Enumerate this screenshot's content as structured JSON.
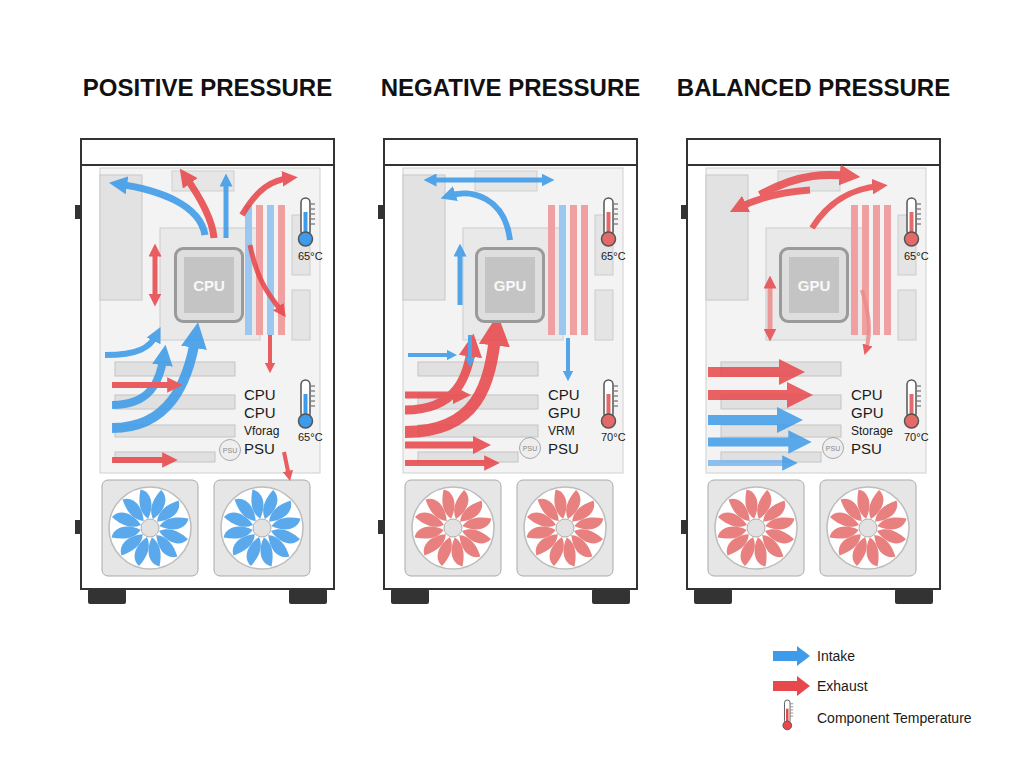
{
  "diagram": {
    "nodes": [
      {
        "text": [
          "POSITIVE PRESSURE"
        ]
      },
      {
        "text": [
          "CPU"
        ],
        "in": 0
      },
      {
        "text": [
          "PSU"
        ],
        "in": 0
      },
      {
        "text": [
          "NEGATIVE PRESSURE"
        ]
      },
      {
        "text": [
          "GPU"
        ],
        "in": 3
      },
      {
        "text": [
          "PSU"
        ],
        "in": 3
      },
      {
        "text": [
          "BALANCED PRESSURE"
        ]
      },
      {
        "text": [
          "GPU"
        ],
        "in": 6
      },
      {
        "text": [
          "PSU"
        ],
        "in": 6
      }
    ],
    "labels": [
      "65°C",
      "CPU",
      "CPU",
      "Vforag",
      "PSU",
      "65°C",
      "65°C",
      "CPU",
      "GPU",
      "VRM",
      "PSU",
      "70°C",
      "65°C",
      "CPU",
      "GPU",
      "Storage",
      "PSU",
      "70°C"
    ],
    "legend": [
      {
        "text": "Intake",
        "color": "#3d9be9"
      },
      {
        "text": "Exhaust",
        "color": "#e8484b"
      },
      {
        "text": "Component Temperature"
      }
    ]
  }
}
